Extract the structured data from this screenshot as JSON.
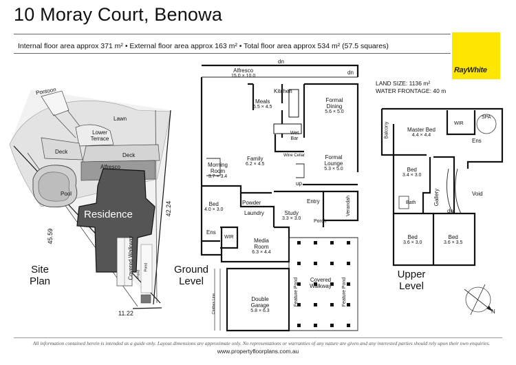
{
  "title": "10 Moray Court, Benowa",
  "area_line": "Internal floor area approx 371 m² • External floor area approx 163 m² • Total floor area approx 534 m² (57.5 squares)",
  "brand": "RayWhite",
  "land_size": "LAND SIZE: 1136 m²",
  "water_frontage": "WATER FRONTAGE: 40 m",
  "site_plan": {
    "caption": "Site Plan",
    "labels": {
      "pontoon": "Pontoon",
      "lawn": "Lawn",
      "lower_terrace": "Lower Terrace",
      "deck": "Deck",
      "deck2": "Deck",
      "alfresco": "Alfresco",
      "pool": "Pool",
      "residence": "Residence",
      "covered_walkway": "Covered Walkway",
      "pond1": "Pond",
      "pond2": "Pond"
    },
    "dims": {
      "left": "45.59",
      "right": "42.24",
      "bottom": "11.22"
    }
  },
  "ground_level": {
    "caption": "Ground Level",
    "rooms": [
      {
        "name": "Alfresco",
        "size": "15.0 × 10.0"
      },
      {
        "name": "Meals",
        "size": "5.5 × 4.5"
      },
      {
        "name": "Kitchen",
        "size": ""
      },
      {
        "name": "Formal Dining",
        "size": "5.6 × 5.0"
      },
      {
        "name": "Wet Bar",
        "size": ""
      },
      {
        "name": "Family",
        "size": "6.2 × 4.5"
      },
      {
        "name": "Wine Cellar",
        "size": ""
      },
      {
        "name": "Formal Lounge",
        "size": "5.3 × 5.0"
      },
      {
        "name": "Morning Room",
        "size": "3.7 × 3.4"
      },
      {
        "name": "Bed",
        "size": "4.0 × 3.0"
      },
      {
        "name": "Powder",
        "size": ""
      },
      {
        "name": "Laundry",
        "size": ""
      },
      {
        "name": "Study",
        "size": "3.3 × 3.0"
      },
      {
        "name": "Entry",
        "size": ""
      },
      {
        "name": "Porch",
        "size": ""
      },
      {
        "name": "Verandah",
        "size": ""
      },
      {
        "name": "Ens",
        "size": ""
      },
      {
        "name": "WIR",
        "size": ""
      },
      {
        "name": "Media Room",
        "size": "6.3 × 4.4"
      },
      {
        "name": "Double Garage",
        "size": "5.8 × 6.3"
      },
      {
        "name": "Covered Walkway",
        "size": ""
      },
      {
        "name": "Feature Pond",
        "size": ""
      },
      {
        "name": "Feature Pond",
        "size": ""
      },
      {
        "name": "Clothes Line",
        "size": ""
      }
    ],
    "marks": {
      "dn1": "dn",
      "dn2": "dn",
      "up": "up"
    }
  },
  "upper_level": {
    "caption": "Upper Level",
    "rooms": [
      {
        "name": "Balcony",
        "size": ""
      },
      {
        "name": "Master Bed",
        "size": "4.4 × 4.4"
      },
      {
        "name": "WIR",
        "size": ""
      },
      {
        "name": "SPA",
        "size": ""
      },
      {
        "name": "Ens",
        "size": ""
      },
      {
        "name": "Bed",
        "size": "3.4 × 3.0"
      },
      {
        "name": "Bath",
        "size": ""
      },
      {
        "name": "Gallery",
        "size": ""
      },
      {
        "name": "Void",
        "size": ""
      },
      {
        "name": "Bed",
        "size": "3.6 × 3.0"
      },
      {
        "name": "Bed",
        "size": "3.6 × 3.5"
      }
    ],
    "marks": {
      "dn": "dn"
    }
  },
  "compass": "N",
  "disclaimer": "All information contained herein is intended as a guide only. Layout dimensions are approximate only. No representations or warranties of any nature are given and any interested parties should rely upon their own enquiries.",
  "website": "www.propertyfloorplans.com.au"
}
